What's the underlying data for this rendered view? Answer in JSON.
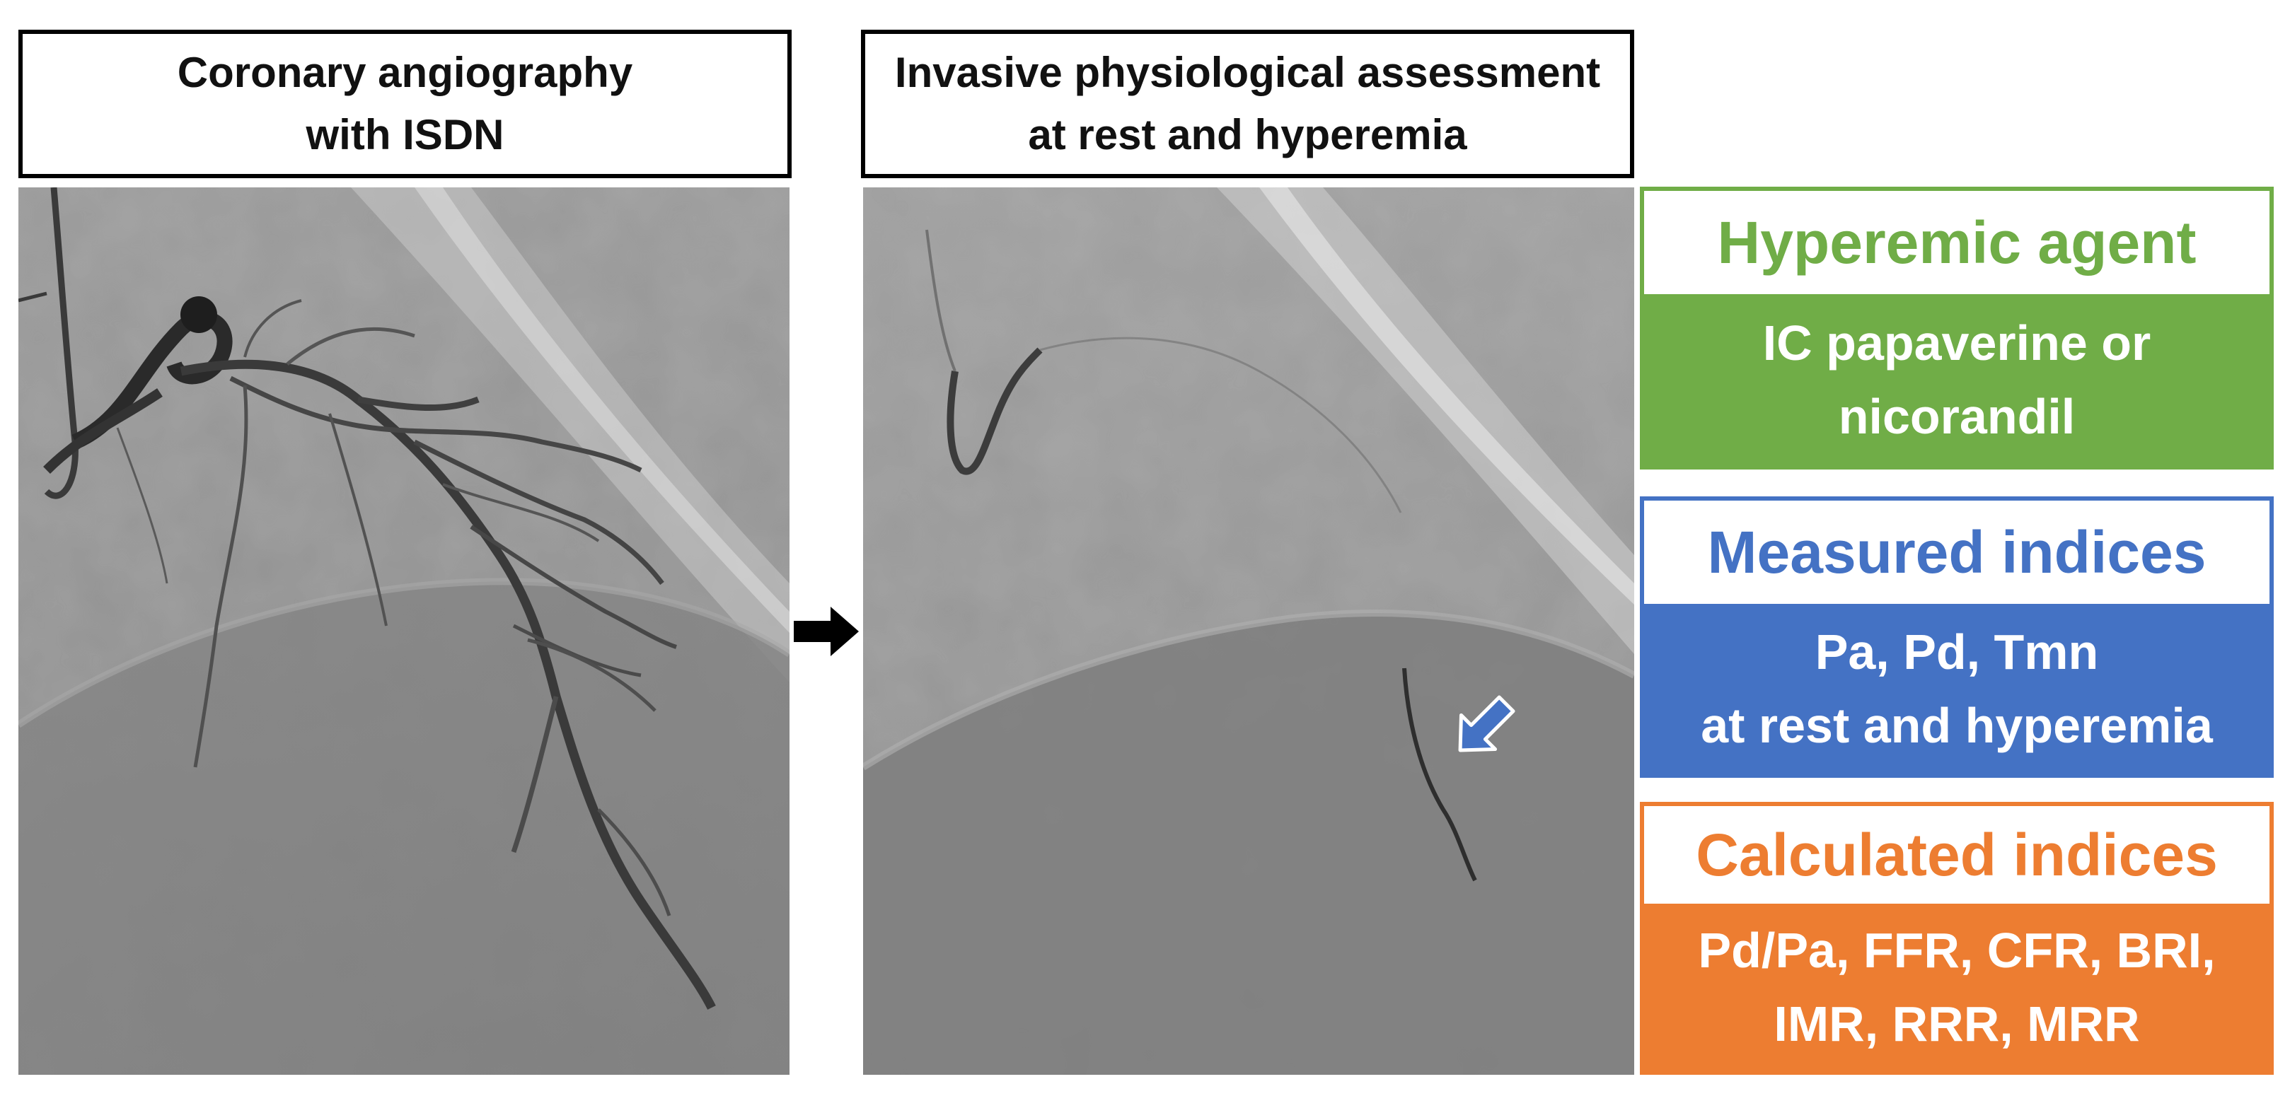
{
  "panels": {
    "left_title": [
      "Coronary angiography",
      "with ISDN"
    ],
    "middle_title": [
      "Invasive physiological assessment",
      "at rest and hyperemia"
    ]
  },
  "colors": {
    "green": "#70ad47",
    "blue": "#4472c4",
    "orange": "#ed7d31"
  },
  "icons": {
    "flow_arrow": "right-arrow-icon",
    "wire_pointer": "pointer-arrow-icon"
  },
  "boxes": {
    "hyperemic": {
      "heading": "Hyperemic agent",
      "body": [
        "IC papaverine or",
        "nicorandil"
      ]
    },
    "measured": {
      "heading": "Measured indices",
      "body": [
        "Pa, Pd, Tmn",
        "at rest and hyperemia"
      ]
    },
    "calculated": {
      "heading": "Calculated indices",
      "body": [
        "Pd/Pa, FFR, CFR, BRI,",
        "IMR, RRR, MRR"
      ]
    }
  }
}
